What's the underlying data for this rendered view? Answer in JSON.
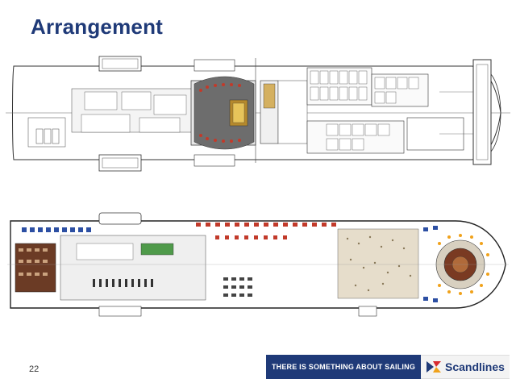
{
  "slide": {
    "title": "Arrangement",
    "page_number": "22"
  },
  "footer": {
    "tagline": "THERE IS SOMETHING ABOUT SAILING",
    "brand_name": "Scandlines"
  },
  "colors": {
    "title": "#1f3a78",
    "tagline_bg": "#1f3a78",
    "logo_blue": "#1f3a78",
    "logo_red": "#d82a2f",
    "logo_orange": "#f0a21b",
    "hull_outline": "#333333",
    "seating_red": "#c23a2a",
    "seating_blue": "#2c4fa3",
    "lounge_brown": "#6b3b25",
    "hull_fill": "#e9e9e9"
  },
  "icons": {
    "logo": "scandlines-logo-icon"
  }
}
